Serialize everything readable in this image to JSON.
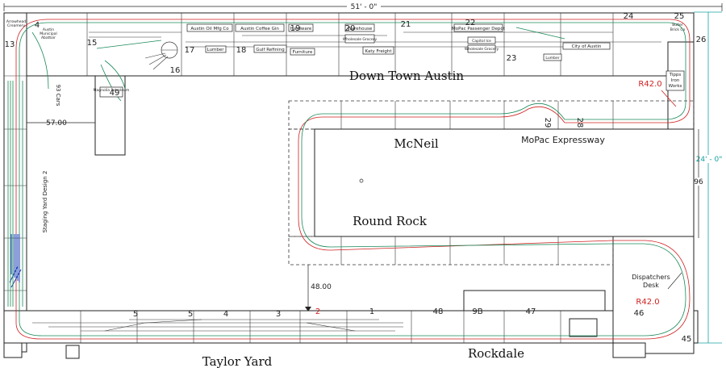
{
  "title_dimension": "51' - 0\"",
  "side_dimension": "24' - 0\"",
  "side_inches": "96",
  "aisle_dim_left": "57.00",
  "aisle_dim_bottom": "48.00",
  "radius_top": "R42.0",
  "radius_bottom": "R42.0",
  "regions": {
    "downtown": "Down Town Austin",
    "mcneil": "McNeil",
    "mopac": "MoPac Expressway",
    "roundrock": "Round Rock",
    "taylor": "Taylor Yard",
    "rockdale": "Rockdale",
    "staging": "Staging Yard Design 2",
    "dispatch_line1": "Dispatchers",
    "dispatch_line2": "Desk",
    "cars": "93 Cars"
  },
  "section_numbers": {
    "s13": "13",
    "s4": "4",
    "s15": "15",
    "s16": "16",
    "s17": "17",
    "s18": "18",
    "s19": "19",
    "s20": "20",
    "s21": "21",
    "s22": "22",
    "s23": "23",
    "s24": "24",
    "s25": "25",
    "s26": "26",
    "s49": "49",
    "s29": "29",
    "s28": "28",
    "s5a": "5",
    "s5b": "5",
    "s4b": "4",
    "s3": "3",
    "s2": "2",
    "s1": "1",
    "s48": "48",
    "s9b": "9B",
    "s47": "47",
    "s46": "46",
    "s45": "45"
  },
  "industries": {
    "austin_oil": "Austin Oil Mfg Co",
    "austin_coffee": "Austin Coffee Gin",
    "lumber1": "Lumber",
    "gulf": "Gulf Refining",
    "hardware": "Hardware",
    "furniture": "Furniture",
    "warehouse": "Warehouse",
    "wholesale": "Wholesale Grocery",
    "katy": "Katy Freight",
    "mopac_depot": "MoPac Passenger Depot",
    "capitol": "Capitol Ice",
    "wholesale2": "Wholesale Grocery",
    "city_austin": "City of Austin",
    "magnolia": "Magnolia Petroleum",
    "tipps_1": "Tipps",
    "tipps_2": "Iron",
    "tipps_3": "Works",
    "butler_1": "Butler",
    "butler_2": "Brick Co",
    "lumber2": "Lumber",
    "austin_mun_1": "Austin",
    "austin_mun_2": "Municipal",
    "austin_mun_3": "Abattoir",
    "arrowhead_1": "Arrowhead",
    "arrowhead_2": "Creamery"
  }
}
